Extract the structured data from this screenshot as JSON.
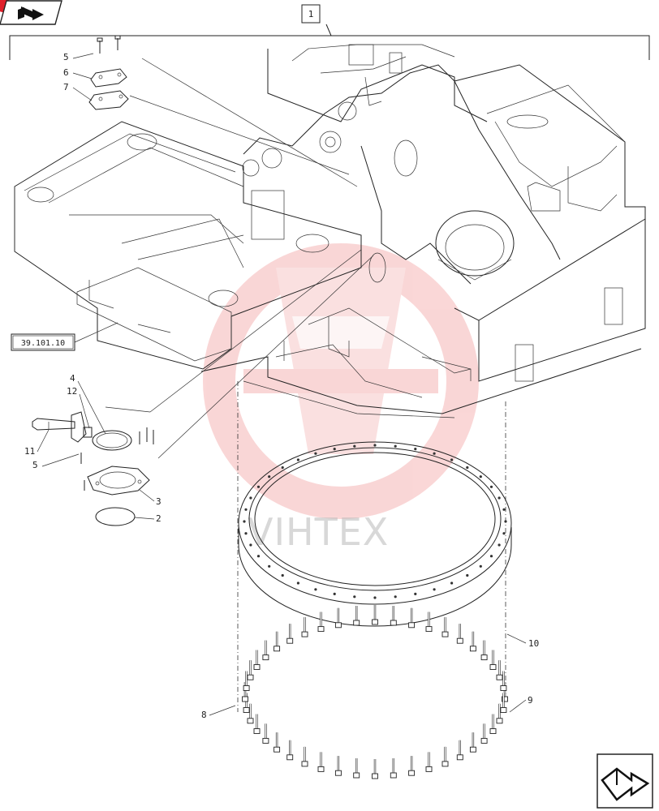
{
  "title_ref": "1",
  "reference_box": "39.101.10",
  "watermark": "VIHTEX",
  "callouts": {
    "c1": "1",
    "c2": "2",
    "c3": "3",
    "c4": "4",
    "c5a": "5",
    "c5b": "5",
    "c6": "6",
    "c7": "7",
    "c8": "8",
    "c9": "9",
    "c10": "10",
    "c11": "11",
    "c12": "12"
  },
  "icons": {
    "top_left": "previous-page-icon",
    "bottom_right": "next-page-icon"
  },
  "colors": {
    "line": "#222222",
    "watermark_logo": "#f3a6a6",
    "badge": "#e0202a"
  }
}
